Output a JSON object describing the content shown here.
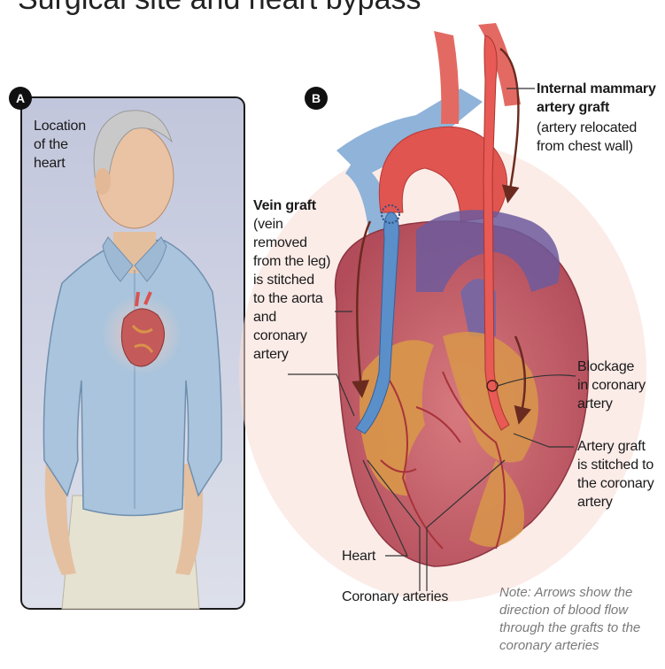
{
  "top_caption": "Surgical site and heart bypass",
  "panel_a": {
    "badge": "A",
    "label": "Location\nof the\nheart"
  },
  "panel_b": {
    "badge": "B",
    "labels": {
      "internal_mammary_title": "Internal mammary\nartery graft",
      "internal_mammary_desc": "(artery relocated\nfrom chest wall)",
      "vein_graft_title": "Vein graft",
      "vein_graft_desc": "(vein\nremoved\nfrom the leg)\nis stitched\nto the aorta\nand\ncoronary\nartery",
      "blockage": "Blockage\nin coronary\nartery",
      "artery_graft": "Artery graft\nis stitched to\nthe coronary\nartery",
      "heart": "Heart",
      "coronary_arteries": "Coronary arteries"
    },
    "note": "Note: Arrows show the\ndirection of blood flow\nthrough the grafts to the\ncoronary arteries"
  },
  "colors": {
    "panel_a_bg": "#c9cde0",
    "shirt": "#a9c4dc",
    "skin": "#e9c3a3",
    "aorta_red": "#e2544f",
    "vein_blue": "#5b8fc9",
    "heart_muscle": "#c9616c",
    "fat_yellow": "#d8964a",
    "purple_vessel": "#6d5a9c"
  }
}
